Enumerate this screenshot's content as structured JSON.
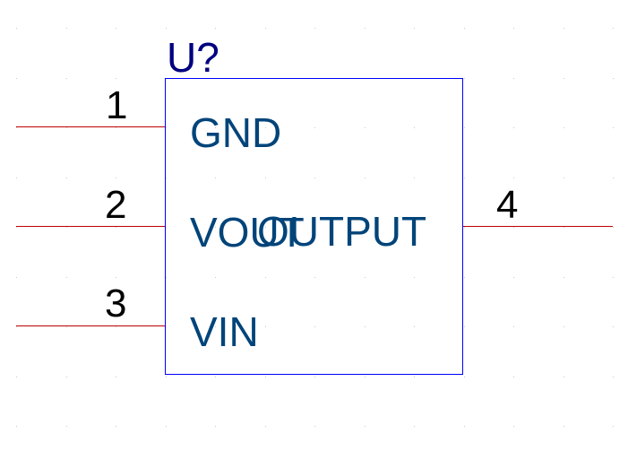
{
  "component": {
    "designator": "U?",
    "value": "OUTPUT",
    "colors": {
      "body_outline": "#0000ff",
      "designator": "#000080",
      "pin_name": "#00447a",
      "pin_line": "#c00000",
      "pin_number": "#000000",
      "grid_dot": "#c8c8c8",
      "background": "#ffffff"
    }
  },
  "pins": [
    {
      "number": "1",
      "name": "GND",
      "side": "left"
    },
    {
      "number": "2",
      "name": "VOUT",
      "side": "left"
    },
    {
      "number": "3",
      "name": "VIN",
      "side": "left"
    },
    {
      "number": "4",
      "name": "",
      "side": "right"
    }
  ]
}
